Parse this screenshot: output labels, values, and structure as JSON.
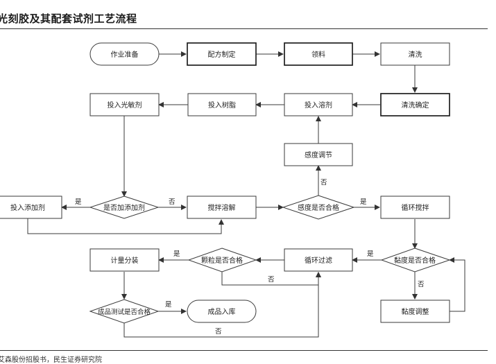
{
  "title": "光刻胶及其配套试剂工艺流程",
  "source": "艾森股份招股书，民生证券研究院",
  "nodes": {
    "prep": "作业准备",
    "formula": "配方制定",
    "material": "领料",
    "clean": "清洗",
    "clean_confirm": "清洗确定",
    "add_solvent": "投入溶剂",
    "add_resin": "投入树脂",
    "add_pac": "投入光敏剂",
    "sens_adjust": "感度调节",
    "add_additive": "投入添加剂",
    "need_additive": "是否加添加剂",
    "stir_dissolve": "搅拌溶解",
    "sens_ok": "感度是否合格",
    "cycle_stir": "循环搅拌",
    "viscosity_ok": "黏度是否合格",
    "viscosity_adjust": "黏度调整",
    "cycle_filter": "循环过滤",
    "particle_ok": "颗粒是否合格",
    "measure_pack": "计量分装",
    "product_test": "成品测试是否合格",
    "store": "成品入库"
  },
  "edge_labels": {
    "additive_yes": "是",
    "additive_no": "否",
    "sens_yes": "是",
    "sens_no": "否",
    "visc_yes": "是",
    "visc_no": "否",
    "particle_yes": "是",
    "particle_no": "否",
    "test_yes": "是",
    "test_no": "否"
  }
}
